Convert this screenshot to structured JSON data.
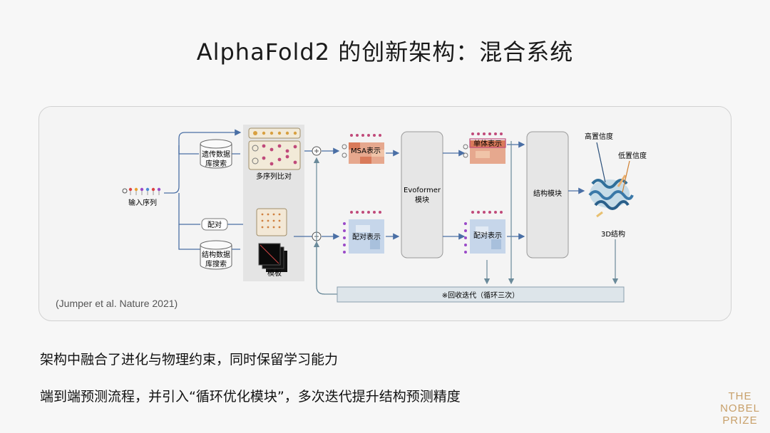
{
  "slide": {
    "title": "AlphaFold2 的创新架构：混合系统",
    "citation": "(Jumper et al. Nature 2021)",
    "bullets": [
      "架构中融合了进化与物理约束，同时保留学习能力",
      "端到端预测流程，并引入“循环优化模块”，多次迭代提升结构预测精度"
    ],
    "logo": [
      "THE",
      "NOBEL",
      "PRIZE"
    ]
  },
  "diagram": {
    "input_label": "输入序列",
    "genetic_db_label": [
      "遗传数据",
      "库搜索"
    ],
    "pairing_label": "配对",
    "structure_db_label": [
      "结构数据",
      "库搜索"
    ],
    "msa_label": "多序列比对",
    "templates_label": "模板",
    "msa_repr_label": "MSA表示",
    "pair_repr_label_1": "配对表示",
    "evoformer_label": [
      "Evoformer",
      "模块"
    ],
    "single_repr_label": "单体表示",
    "pair_repr_label_2": "配对表示",
    "structure_module_label": "结构模块",
    "high_confidence_label": "高置信度",
    "low_confidence_label": "低置信度",
    "output_label": "3D结构",
    "recycling_label": "※回收迭代（循环三次）",
    "colors": {
      "msa_fill": "#e8b49a",
      "pair_fill": "#c6d6ea",
      "module_fill": "#e6e6e6",
      "arrow": "#4a6fa5",
      "recycle_fill": "#dde5ea",
      "protein": "#3a78a8"
    }
  }
}
